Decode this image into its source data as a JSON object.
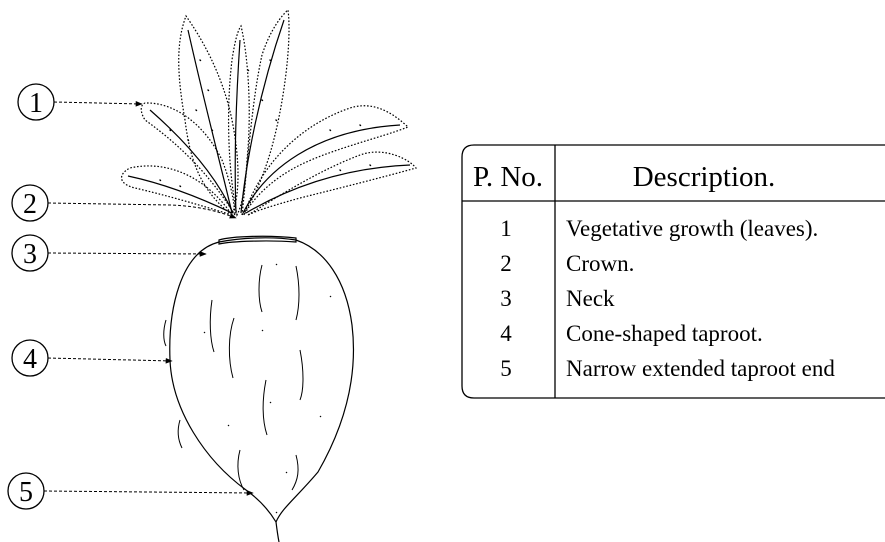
{
  "callouts": [
    "1",
    "2",
    "3",
    "4",
    "5"
  ],
  "table": {
    "headers": [
      "P. No.",
      "Description."
    ],
    "rows": [
      {
        "no": "1",
        "desc": "Vegetative growth (leaves)."
      },
      {
        "no": "2",
        "desc": "Crown."
      },
      {
        "no": "3",
        "desc": "Neck"
      },
      {
        "no": "4",
        "desc": "Cone-shaped taproot."
      },
      {
        "no": "5",
        "desc": "Narrow extended taproot end"
      }
    ]
  }
}
